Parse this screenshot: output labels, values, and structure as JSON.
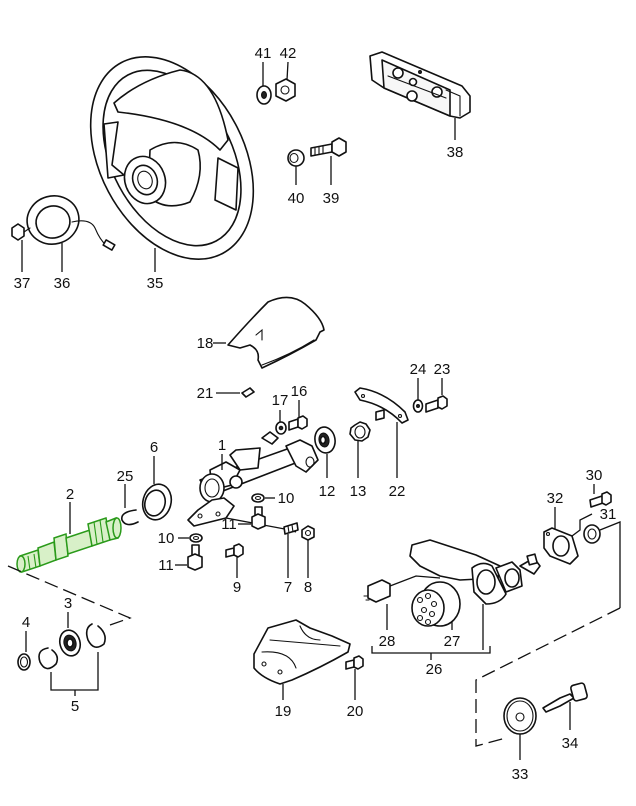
{
  "diagram": {
    "title": "Steering wheel and steering column exploded parts diagram",
    "highlight_color": "#2a9a1a",
    "highlighted_part": "2",
    "callouts": [
      {
        "id": "1",
        "part": "steering column housing"
      },
      {
        "id": "2",
        "part": "steering shaft",
        "highlighted": true
      },
      {
        "id": "3",
        "part": "bearing"
      },
      {
        "id": "4",
        "part": "circlip"
      },
      {
        "id": "5",
        "part": "retaining rings"
      },
      {
        "id": "6",
        "part": "seal ring"
      },
      {
        "id": "7",
        "part": "stud"
      },
      {
        "id": "8",
        "part": "nut"
      },
      {
        "id": "9",
        "part": "screw"
      },
      {
        "id": "10",
        "part": "washer"
      },
      {
        "id": "11",
        "part": "bolt"
      },
      {
        "id": "12",
        "part": "bearing"
      },
      {
        "id": "13",
        "part": "spring washer"
      },
      {
        "id": "16",
        "part": "screw"
      },
      {
        "id": "17",
        "part": "washer"
      },
      {
        "id": "18",
        "part": "upper column cover"
      },
      {
        "id": "19",
        "part": "lower column cover"
      },
      {
        "id": "20",
        "part": "screw"
      },
      {
        "id": "21",
        "part": "clip"
      },
      {
        "id": "22",
        "part": "cancelling cam"
      },
      {
        "id": "23",
        "part": "screw"
      },
      {
        "id": "24",
        "part": "lock washer"
      },
      {
        "id": "25",
        "part": "circlip"
      },
      {
        "id": "26",
        "part": "steering lock assembly"
      },
      {
        "id": "27",
        "part": "ignition switch"
      },
      {
        "id": "28",
        "part": "switch"
      },
      {
        "id": "30",
        "part": "screw"
      },
      {
        "id": "31",
        "part": "ring"
      },
      {
        "id": "32",
        "part": "bezel"
      },
      {
        "id": "33",
        "part": "cover disc"
      },
      {
        "id": "34",
        "part": "key"
      },
      {
        "id": "35",
        "part": "steering wheel"
      },
      {
        "id": "36",
        "part": "contact ring"
      },
      {
        "id": "37",
        "part": "screw"
      },
      {
        "id": "38",
        "part": "horn pad"
      },
      {
        "id": "39",
        "part": "bolt"
      },
      {
        "id": "40",
        "part": "nut"
      },
      {
        "id": "41",
        "part": "lock washer"
      },
      {
        "id": "42",
        "part": "nut"
      }
    ],
    "labels": {
      "c1": "1",
      "c2": "2",
      "c3": "3",
      "c4": "4",
      "c5": "5",
      "c6": "6",
      "c7": "7",
      "c8": "8",
      "c9": "9",
      "c10a": "10",
      "c10b": "10",
      "c11a": "11",
      "c11b": "11",
      "c12": "12",
      "c13": "13",
      "c16": "16",
      "c17": "17",
      "c18": "18",
      "c19": "19",
      "c20": "20",
      "c21": "21",
      "c22": "22",
      "c23": "23",
      "c24": "24",
      "c25": "25",
      "c26": "26",
      "c27": "27",
      "c28": "28",
      "c30": "30",
      "c31": "31",
      "c32": "32",
      "c33": "33",
      "c34": "34",
      "c35": "35",
      "c36": "36",
      "c37": "37",
      "c38": "38",
      "c39": "39",
      "c40": "40",
      "c41": "41",
      "c42": "42"
    }
  }
}
